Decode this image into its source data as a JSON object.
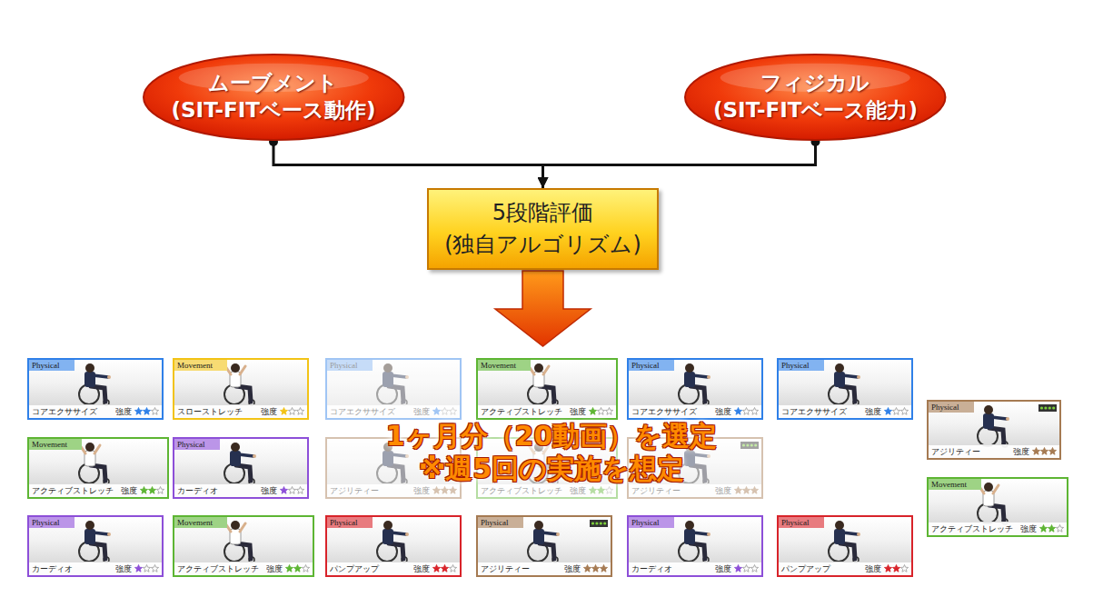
{
  "diagram": {
    "nodes": [
      {
        "text": [
          "ムーブメント",
          "(SIT-FITベース動作)"
        ]
      },
      {
        "text": [
          "フィジカル",
          "(SIT-FITベース能力)"
        ]
      },
      {
        "text": [
          "5段階評価",
          "(独自アルゴリズム)"
        ]
      },
      {
        "text": [
          "Physical",
          "コアエクササイズ",
          "強度"
        ]
      },
      {
        "text": [
          "Movement",
          "スローストレッチ",
          "強度"
        ]
      },
      {
        "text": [
          "Physical",
          "コアエクササイズ",
          "強度"
        ]
      },
      {
        "text": [
          "Movement",
          "アクティブストレッチ",
          "強度"
        ]
      },
      {
        "text": [
          "Physical",
          "コアエクササイズ",
          "強度"
        ]
      },
      {
        "text": [
          "Physical",
          "コアエクササイズ",
          "強度"
        ]
      },
      {
        "text": [
          "Movement",
          "アクティブストレッチ",
          "強度"
        ]
      },
      {
        "text": [
          "Physical",
          "カーディオ",
          "強度"
        ]
      },
      {
        "text": [
          "アジリティー",
          "強度"
        ]
      },
      {
        "text": [
          "アクティブストレッチ",
          "強度"
        ]
      },
      {
        "text": [
          "アジリティー",
          "強度"
        ]
      },
      {
        "text": [
          "Physical",
          "カーディオ",
          "強度"
        ]
      },
      {
        "text": [
          "Movement",
          "アクティブストレッチ",
          "強度"
        ]
      },
      {
        "text": [
          "Physical",
          "パンプアップ",
          "強度"
        ]
      },
      {
        "text": [
          "Physical",
          "アジリティー",
          "強度"
        ]
      },
      {
        "text": [
          "Physical",
          "カーディオ",
          "強度"
        ]
      },
      {
        "text": [
          "Physical",
          "パンプアップ",
          "強度"
        ]
      },
      {
        "text": [
          "Physical",
          "アジリティー",
          "強度"
        ]
      },
      {
        "text": [
          "Movement",
          "アクティブストレッチ",
          "強度"
        ]
      }
    ],
    "edges": [
      {
        "from": 0,
        "to": 2,
        "arrow": "to"
      },
      {
        "from": 1,
        "to": 2,
        "arrow": "to"
      }
    ],
    "labels": [
      "1ヶ月分（20動画）を選定",
      "※週5回の実施を想定"
    ]
  }
}
